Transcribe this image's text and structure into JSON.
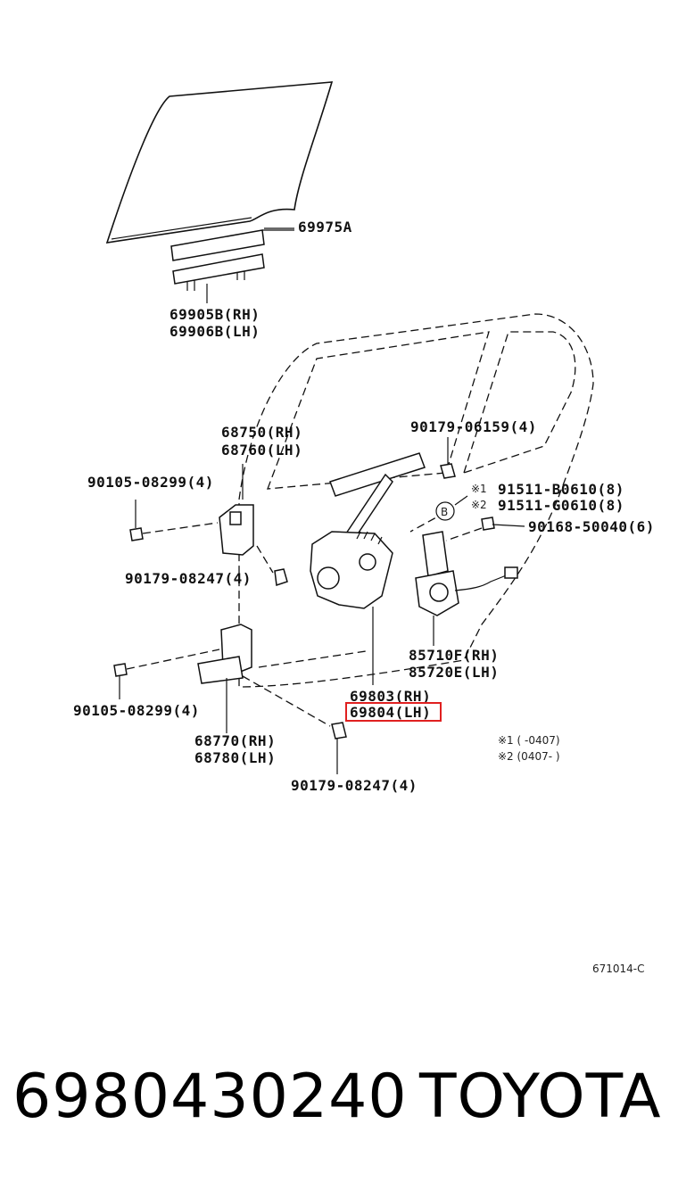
{
  "parts": {
    "p69975a": "69975A",
    "p69905b": "69905B(RH)",
    "p69906b": "69906B(LH)",
    "p68750": "68750(RH)",
    "p68760": "68760(LH)",
    "p90179_06159": "90179-06159(4)",
    "p90105_top": "90105-08299(4)",
    "p91511_b": "91511-B0610(8)",
    "p91511_g": "91511-G0610(8)",
    "p90168": "90168-50040(6)",
    "p90179_08247_top": "90179-08247(4)",
    "p85710f": "85710F(RH)",
    "p85720e": "85720E(LH)",
    "p90105_bottom": "90105-08299(4)",
    "p69803": "69803(RH)",
    "p69804": "69804(LH)",
    "p68770": "68770(RH)",
    "p68780": "68780(LH)",
    "p90179_08247_bottom": "90179-08247(4)"
  },
  "marks": {
    "mark1": "※1",
    "mark2": "※2",
    "circle_b": "B"
  },
  "notes": {
    "note1": "※1 (      -0407)",
    "note2": "※2 (0407-      )"
  },
  "diagram_code": "671014-C",
  "highlight_color": "#e02020",
  "footer": {
    "part_number": "6980430240",
    "brand": "TOYOTA"
  }
}
